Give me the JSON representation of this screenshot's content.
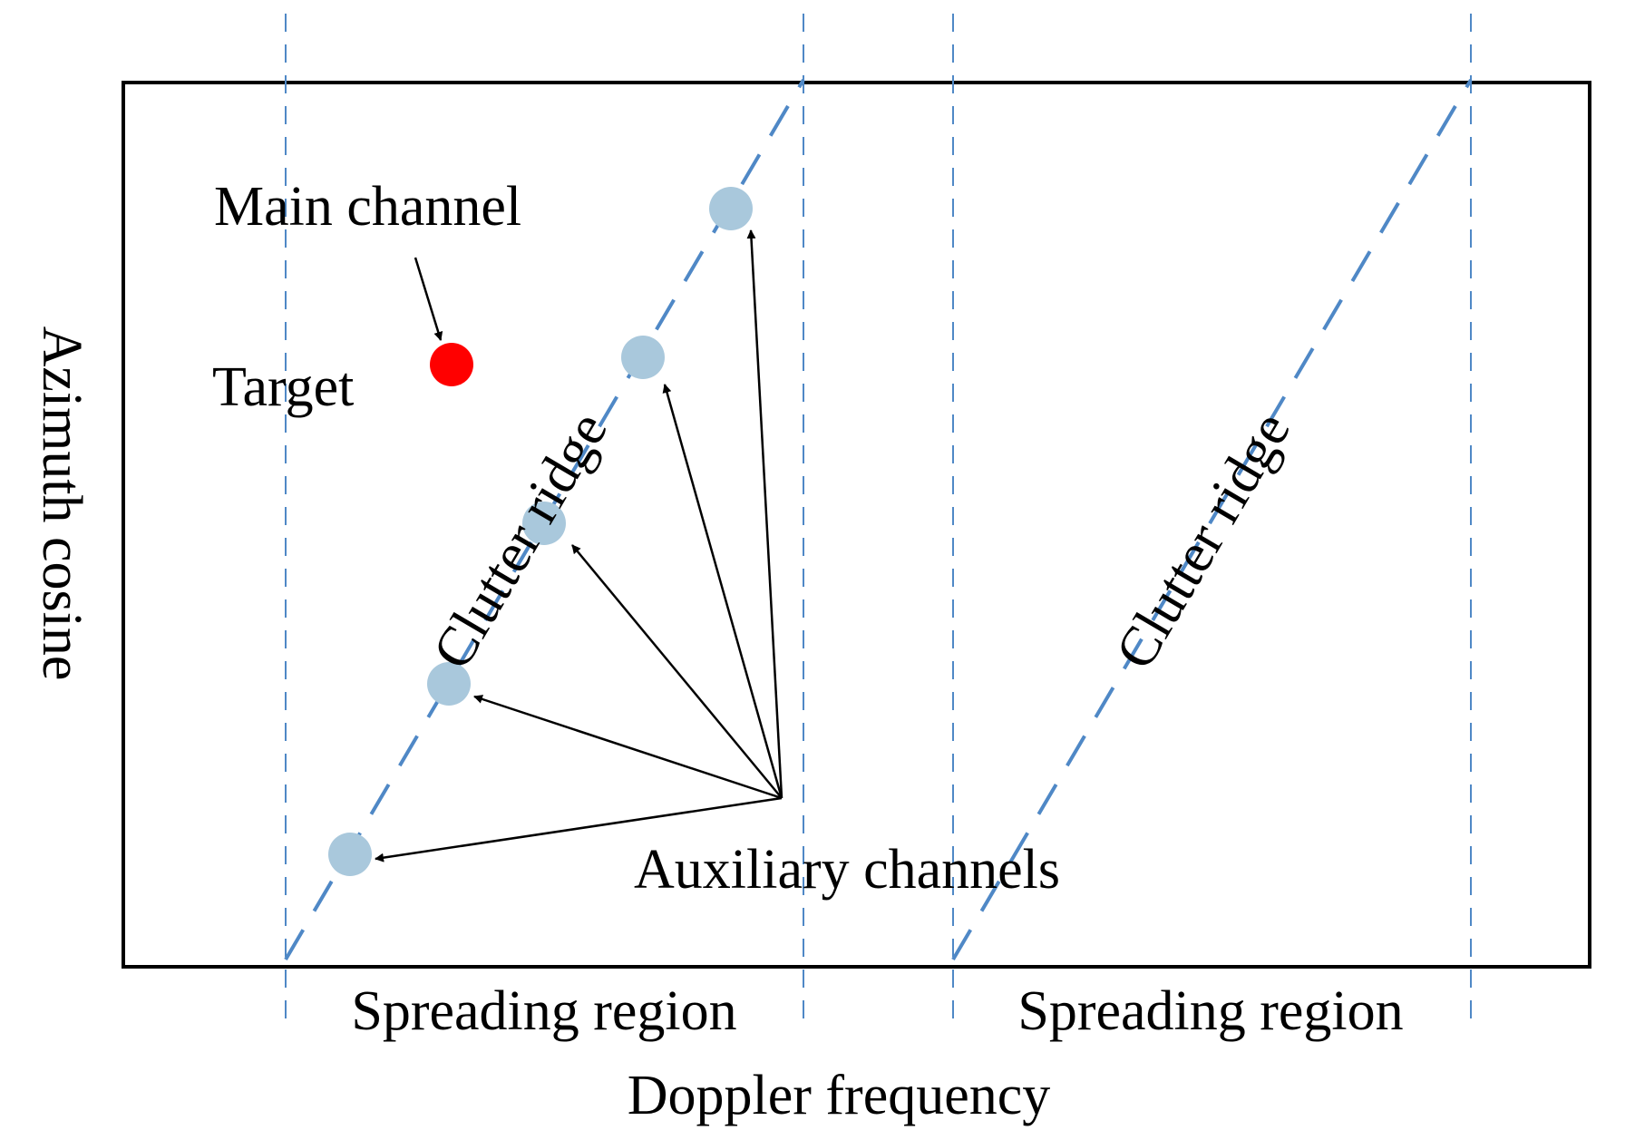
{
  "diagram": {
    "labels": {
      "main_channel": "Main channel",
      "target": "Target",
      "clutter_ridge_left": "Clutter ridge",
      "clutter_ridge_right": "Clutter ridge",
      "auxiliary_channels": "Auxiliary channels",
      "spreading_region_left": "Spreading region",
      "spreading_region_right": "Spreading region",
      "x_axis": "Doppler frequency",
      "y_axis": "Azimuth cosine"
    },
    "colors": {
      "frame": "#000000",
      "ridge": "#4f88c6",
      "channel_dot": "#a9c8dc",
      "target_dot": "#ff0000",
      "arrow": "#000000"
    }
  }
}
